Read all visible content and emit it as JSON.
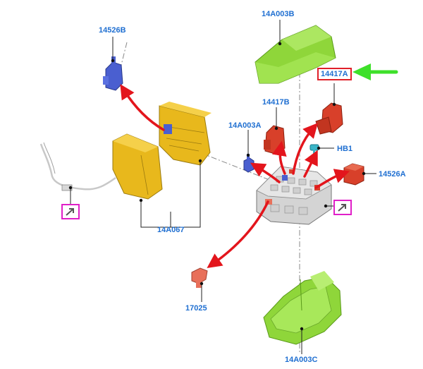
{
  "labels": {
    "part_14526B": "14526B",
    "part_14A003B": "14A003B",
    "part_14417A": "14417A",
    "part_14417B": "14417B",
    "part_14A003A": "14A003A",
    "part_HB1": "HB1",
    "part_14526A": "14526A",
    "part_14A067": "14A067",
    "part_17025": "17025",
    "part_14A003C": "14A003C"
  },
  "colors": {
    "callout": "#1f6fd1",
    "highlight_box": "#e0202a",
    "arrow_red": "#e3151c",
    "arrow_green": "#3ee02a",
    "note_icon": "#e020c8",
    "cover_green": "#8fd63a",
    "bracket_yellow": "#e8b81c",
    "relay_red": "#d8402a",
    "box_gray": "#d4d4d4",
    "fuse_blue": "#4a5fd0",
    "diode_cyan": "#3ab6c8",
    "terminal_pink": "#e8705a"
  },
  "icons": {
    "note_left": "link-arrow-icon",
    "note_right": "link-arrow-icon"
  }
}
